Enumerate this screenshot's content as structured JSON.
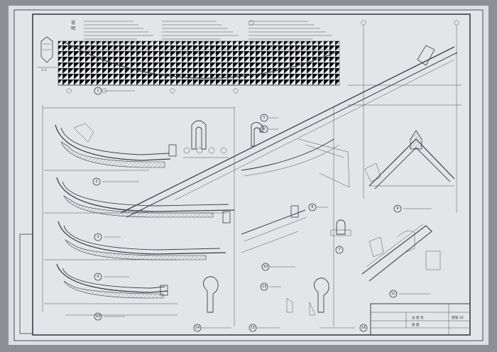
{
  "sheet": {
    "paper_color": "#e3e4e6",
    "ink_color": "#3b3e45",
    "callouts": [
      "1",
      "2",
      "3",
      "4",
      "5",
      "6",
      "7",
      "8",
      "9",
      "10",
      "11",
      "12",
      "13",
      "14",
      "15",
      "16"
    ],
    "title_block": {
      "line1": "古 建 筑",
      "line2": "屋 面",
      "drawing_no": "建施-18"
    }
  }
}
